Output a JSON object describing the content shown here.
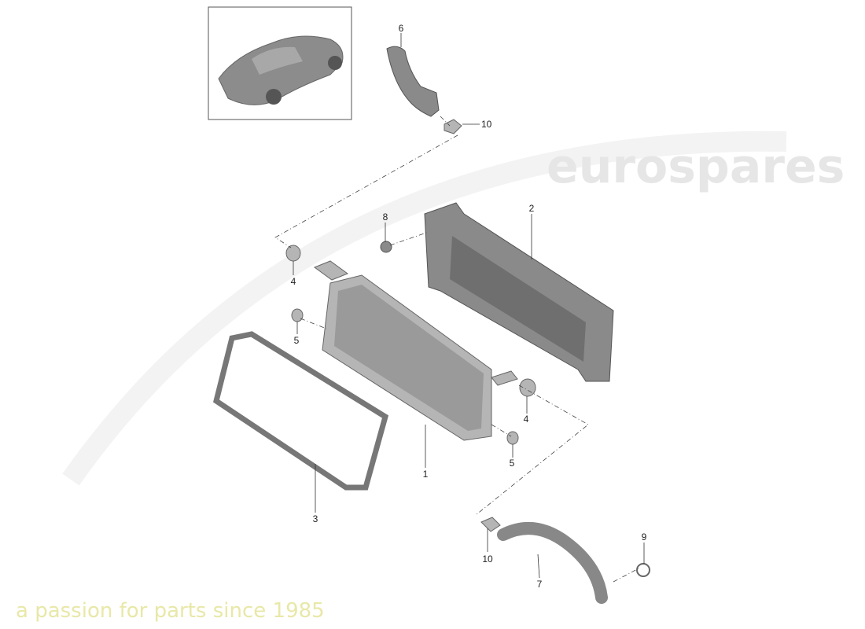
{
  "watermark": {
    "brand": "eurospares",
    "tagline": "a passion for parts since 1985"
  },
  "thumbnail": {
    "subject": "car-overview"
  },
  "callouts": [
    {
      "id": "6"
    },
    {
      "id": "10"
    },
    {
      "id": "8"
    },
    {
      "id": "2"
    },
    {
      "id": "4"
    },
    {
      "id": "5"
    },
    {
      "id": "4"
    },
    {
      "id": "5"
    },
    {
      "id": "1"
    },
    {
      "id": "3"
    },
    {
      "id": "9"
    },
    {
      "id": "10"
    },
    {
      "id": "7"
    }
  ]
}
